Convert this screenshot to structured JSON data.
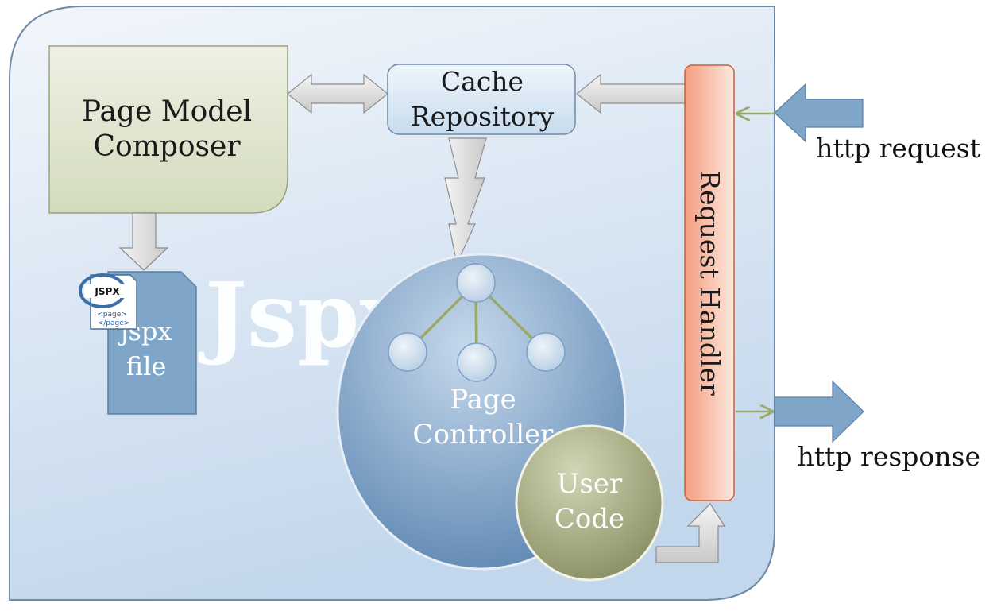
{
  "title": "Jspx",
  "nodes": {
    "page_model_composer": {
      "line1": "Page Model",
      "line2": "Composer"
    },
    "cache_repository": {
      "line1": "Cache",
      "line2": "Repository"
    },
    "request_handler": {
      "label": "Request Handler"
    },
    "jspx_file": {
      "line1": "jspx",
      "line2": "file"
    },
    "file_icon": {
      "badge": "JSPX",
      "tag1": "<page>",
      "tag2": "</page>"
    },
    "page_controller": {
      "line1": "Page",
      "line2": "Controller"
    },
    "user_code": {
      "line1": "User",
      "line2": "Code"
    }
  },
  "external": {
    "request_label": "http request",
    "response_label": "http response"
  },
  "colors": {
    "container_fill_top": "#e6eef8",
    "container_fill_bottom": "#c9dcef",
    "container_stroke": "#6f8aa6",
    "composer_fill": "#dde3cc",
    "cache_fill": "#dcebf7",
    "handler_fill": "#f7c4ad",
    "file_fill": "#7fa6c9",
    "controller_fill": "#86a9cc",
    "usercode_fill": "#a6ab83",
    "io_arrow_fill": "#7fa6c9"
  }
}
